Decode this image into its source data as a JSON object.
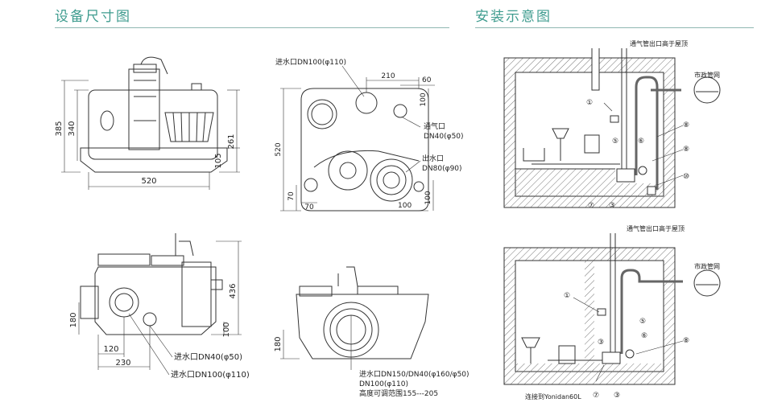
{
  "headings": {
    "dimensions": "设备尺寸图",
    "installation": "安装示意图"
  },
  "front_view": {
    "h385": "385",
    "h340": "340",
    "w520": "520",
    "h261": "261",
    "h105": "105"
  },
  "top_view": {
    "inlet_main": "进水口DN100(φ110)",
    "d210": "210",
    "d60": "60",
    "d100a": "100",
    "vent_label": "通气口",
    "vent_size": "DN40(φ50)",
    "outlet_label": "出水口",
    "outlet_size": "DN80(φ90)",
    "h520": "520",
    "d70v": "70",
    "d70h": "70",
    "d100b": "100",
    "d100c": "100"
  },
  "side_view": {
    "h436": "436",
    "h180": "180",
    "h100": "100",
    "w120": "120",
    "w230": "230",
    "inlet_small": "进水口DN40(φ50)",
    "inlet_large": "进水口DN100(φ110)"
  },
  "rear_view": {
    "h180": "180",
    "inlet_line1": "进水口DN150/DN40(φ160/φ50)",
    "inlet_line2": "DN100(φ110)",
    "inlet_line3": "高度可调范围155---205"
  },
  "install_top": {
    "vent_note": "通气管出口高于屋顶",
    "city_pipe": "市政管网",
    "n1": "①",
    "n3": "③",
    "n5": "⑤",
    "n6": "⑥",
    "n7": "⑦",
    "n8a": "⑧",
    "n8b": "⑧",
    "n10": "⑩"
  },
  "install_bottom": {
    "vent_note": "通气管出口高于屋顶",
    "city_pipe": "市政管网",
    "connect_note": "连接到Yonidan60L",
    "n1": "①",
    "n3": "③",
    "n5": "⑤",
    "n6": "⑥",
    "n7": "⑦",
    "n8": "⑧"
  },
  "colors": {
    "heading": "#3f9c8f",
    "line": "#333333",
    "pipe": "#555555"
  }
}
